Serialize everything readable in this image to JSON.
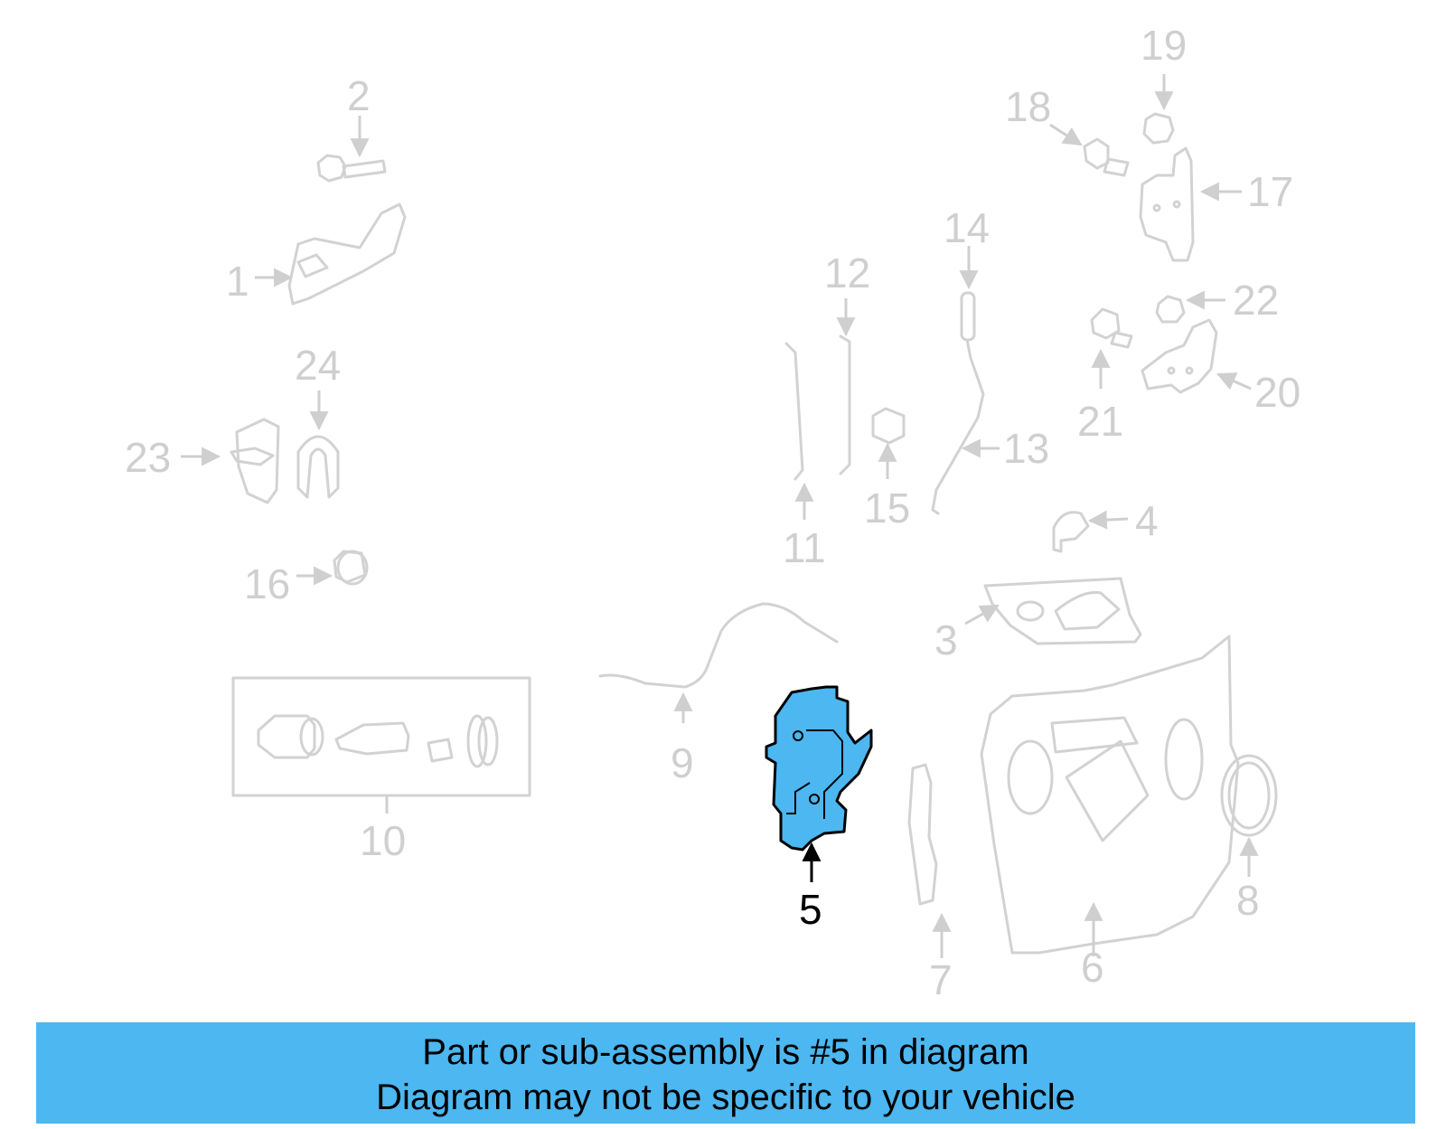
{
  "diagram": {
    "highlight_color": "#4cb7f0",
    "highlighted_part": "5",
    "callouts": [
      "1",
      "2",
      "3",
      "4",
      "5",
      "6",
      "7",
      "8",
      "9",
      "10",
      "11",
      "12",
      "13",
      "14",
      "15",
      "16",
      "17",
      "18",
      "19",
      "20",
      "21",
      "22",
      "23",
      "24"
    ]
  },
  "banner": {
    "line1": "Part or sub-assembly is #5 in diagram",
    "line2": "Diagram may not be specific to your vehicle"
  }
}
